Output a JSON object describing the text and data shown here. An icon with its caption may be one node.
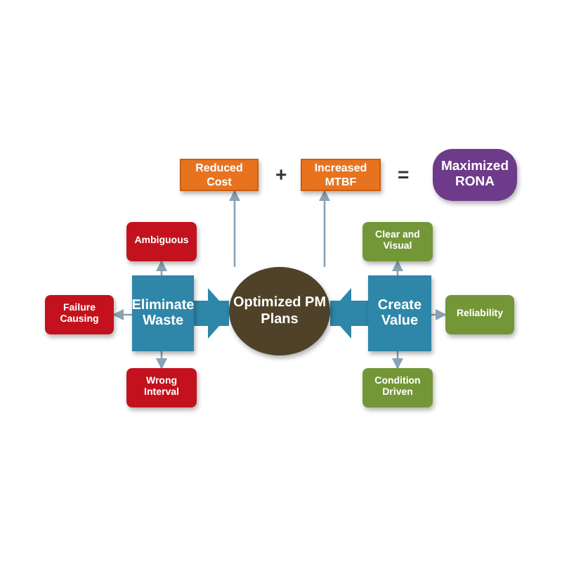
{
  "diagram": {
    "nodes": [
      {
        "text": [
          "Reduced Cost"
        ]
      },
      {
        "text": [
          "Increased MTBF"
        ]
      },
      {
        "text": [
          "Maximized RONA"
        ]
      },
      {
        "text": [
          "Ambiguous"
        ]
      },
      {
        "text": [
          "Clear and Visual"
        ]
      },
      {
        "text": [
          "Failure Causing"
        ]
      },
      {
        "text": [
          "Eliminate Waste"
        ]
      },
      {
        "text": [
          "Optimized PM Plans"
        ]
      },
      {
        "text": [
          "Create Value"
        ]
      },
      {
        "text": [
          "Reliability"
        ]
      },
      {
        "text": [
          "Wrong Interval"
        ]
      },
      {
        "text": [
          "Condition Driven"
        ]
      }
    ],
    "edges": [
      {
        "from": 7,
        "to": 0,
        "arrow": "to"
      },
      {
        "from": 7,
        "to": 1,
        "arrow": "to"
      },
      {
        "from": 6,
        "to": 3,
        "arrow": "to"
      },
      {
        "from": 6,
        "to": 5,
        "arrow": "to"
      },
      {
        "from": 6,
        "to": 10,
        "arrow": "to"
      },
      {
        "from": 8,
        "to": 4,
        "arrow": "to"
      },
      {
        "from": 8,
        "to": 9,
        "arrow": "to"
      },
      {
        "from": 8,
        "to": 11,
        "arrow": "to"
      },
      {
        "from": 6,
        "to": 7,
        "arrow": "to",
        "style": "thick",
        "color": "#2e86a8"
      },
      {
        "from": 8,
        "to": 7,
        "arrow": "to",
        "style": "thick",
        "color": "#2e86a8"
      }
    ],
    "labels": [
      "+",
      "="
    ]
  }
}
